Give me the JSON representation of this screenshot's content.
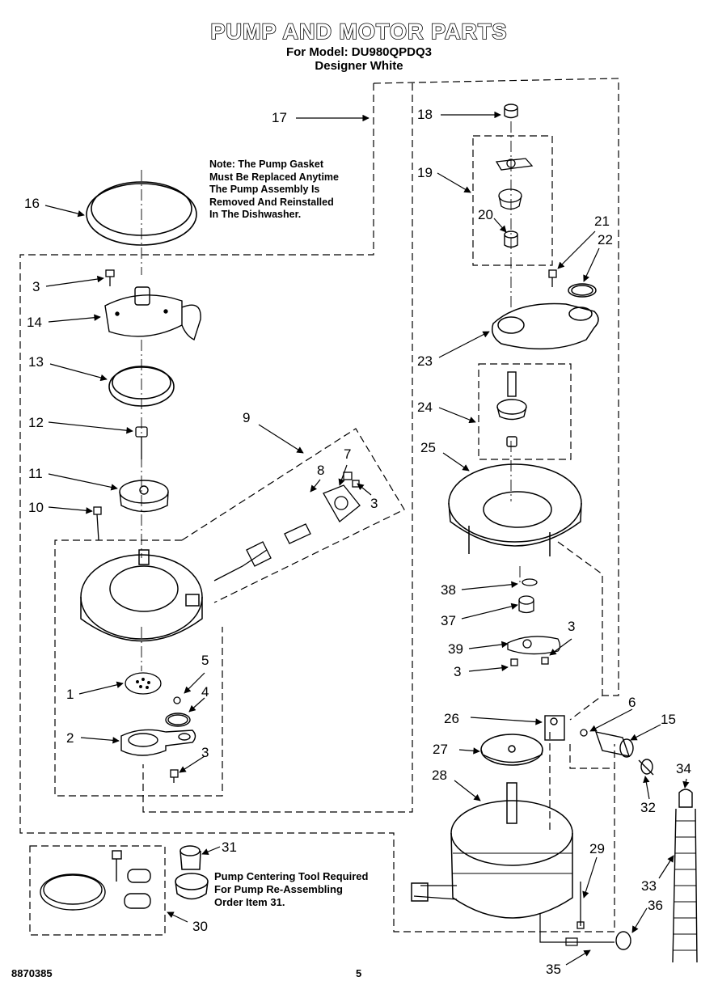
{
  "header": {
    "title": "PUMP AND MOTOR PARTS",
    "model_line": "For Model: DU980QPDQ3",
    "color_line": "Designer White"
  },
  "notes": {
    "gasket_lines": [
      "Note: The Pump Gasket",
      "Must Be Replaced Anytime",
      "The Pump Assembly Is",
      "Removed And Reinstalled",
      "In The Dishwasher."
    ],
    "tool_lines": [
      "Pump Centering Tool Required",
      "For Pump Re-Assembling",
      "Order Item 31."
    ]
  },
  "footer": {
    "doc_number": "8870385",
    "page_number": "5"
  },
  "callouts": [
    {
      "id": "c16",
      "label": "16"
    },
    {
      "id": "c17",
      "label": "17"
    },
    {
      "id": "c18",
      "label": "18"
    },
    {
      "id": "c19",
      "label": "19"
    },
    {
      "id": "c20",
      "label": "20"
    },
    {
      "id": "c21",
      "label": "21"
    },
    {
      "id": "c22",
      "label": "22"
    },
    {
      "id": "c3a",
      "label": "3"
    },
    {
      "id": "c14",
      "label": "14"
    },
    {
      "id": "c13",
      "label": "13"
    },
    {
      "id": "c23",
      "label": "23"
    },
    {
      "id": "c12",
      "label": "12"
    },
    {
      "id": "c9",
      "label": "9"
    },
    {
      "id": "c24",
      "label": "24"
    },
    {
      "id": "c7",
      "label": "7"
    },
    {
      "id": "c8",
      "label": "8"
    },
    {
      "id": "c25",
      "label": "25"
    },
    {
      "id": "c11",
      "label": "11"
    },
    {
      "id": "c3b",
      "label": "3"
    },
    {
      "id": "c10",
      "label": "10"
    },
    {
      "id": "c38",
      "label": "38"
    },
    {
      "id": "c37",
      "label": "37"
    },
    {
      "id": "c3c",
      "label": "3"
    },
    {
      "id": "c39",
      "label": "39"
    },
    {
      "id": "c3d",
      "label": "3"
    },
    {
      "id": "c5",
      "label": "5"
    },
    {
      "id": "c1",
      "label": "1"
    },
    {
      "id": "c4",
      "label": "4"
    },
    {
      "id": "c6",
      "label": "6"
    },
    {
      "id": "c26",
      "label": "26"
    },
    {
      "id": "c15",
      "label": "15"
    },
    {
      "id": "c2",
      "label": "2"
    },
    {
      "id": "c27",
      "label": "27"
    },
    {
      "id": "c3e",
      "label": "3"
    },
    {
      "id": "c28",
      "label": "28"
    },
    {
      "id": "c34",
      "label": "34"
    },
    {
      "id": "c32",
      "label": "32"
    },
    {
      "id": "c31",
      "label": "31"
    },
    {
      "id": "c29",
      "label": "29"
    },
    {
      "id": "c33",
      "label": "33"
    },
    {
      "id": "c36",
      "label": "36"
    },
    {
      "id": "c30",
      "label": "30"
    },
    {
      "id": "c35",
      "label": "35"
    }
  ]
}
